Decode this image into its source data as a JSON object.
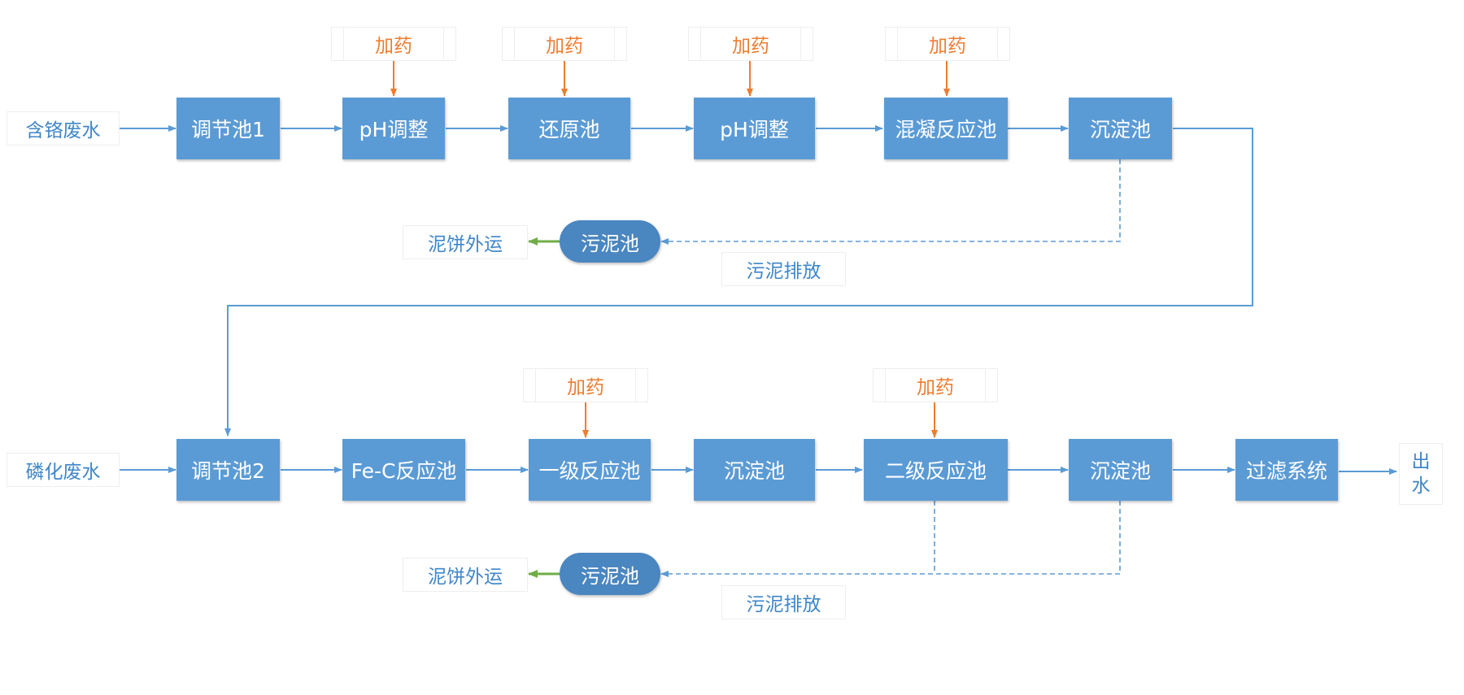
{
  "inputs": {
    "chrome_wastewater": "含铬废水",
    "phosphating_wastewater": "磷化废水"
  },
  "row1": {
    "equalization_tank": "调节池1",
    "ph_adjust_1": "pH调整",
    "reduction_tank": "还原池",
    "ph_adjust_2": "pH调整",
    "coagulation_tank": "混凝反应池",
    "sedimentation_tank": "沉淀池"
  },
  "row2": {
    "equalization_tank": "调节池2",
    "fe_c_tank": "Fe-C反应池",
    "primary_reaction_tank": "一级反应池",
    "sedimentation_tank_1": "沉淀池",
    "secondary_reaction_tank": "二级反应池",
    "sedimentation_tank_2": "沉淀池",
    "filtration_system": "过滤系统"
  },
  "outlet": {
    "char1": "出",
    "char2": "水"
  },
  "dosing_label": "加药",
  "sludge": {
    "tank_1": "污泥池",
    "tank_2": "污泥池",
    "cake_out_1": "泥饼外运",
    "cake_out_2": "泥饼外运",
    "discharge_1": "污泥排放",
    "discharge_2": "污泥排放"
  },
  "colors": {
    "box_fill": "#5b9bd5",
    "sludge_fill": "#4a86c0",
    "flow_line": "#5b9bd5",
    "dosing_arrow": "#ed7d31",
    "cake_arrow": "#70ad47",
    "label_text": "#3f86c8",
    "dosing_text": "#ed7d31"
  }
}
